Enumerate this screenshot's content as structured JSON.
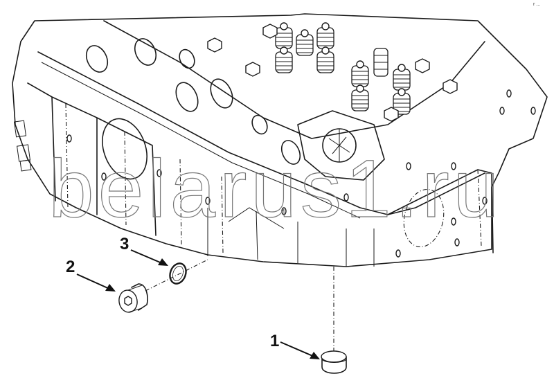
{
  "diagram": {
    "title": "Engine cylinder block — plugs and seal ring (exploded view)",
    "corner_mark": "r ...",
    "watermark": "belarus1.ru",
    "colors": {
      "line": "#1a1a1a",
      "background": "#ffffff",
      "watermark_outline": "#777777"
    },
    "callouts": [
      {
        "id": "1",
        "label": "1",
        "part": "cup-plug"
      },
      {
        "id": "2",
        "label": "2",
        "part": "threaded-plug"
      },
      {
        "id": "3",
        "label": "3",
        "part": "seal-ring"
      }
    ]
  }
}
